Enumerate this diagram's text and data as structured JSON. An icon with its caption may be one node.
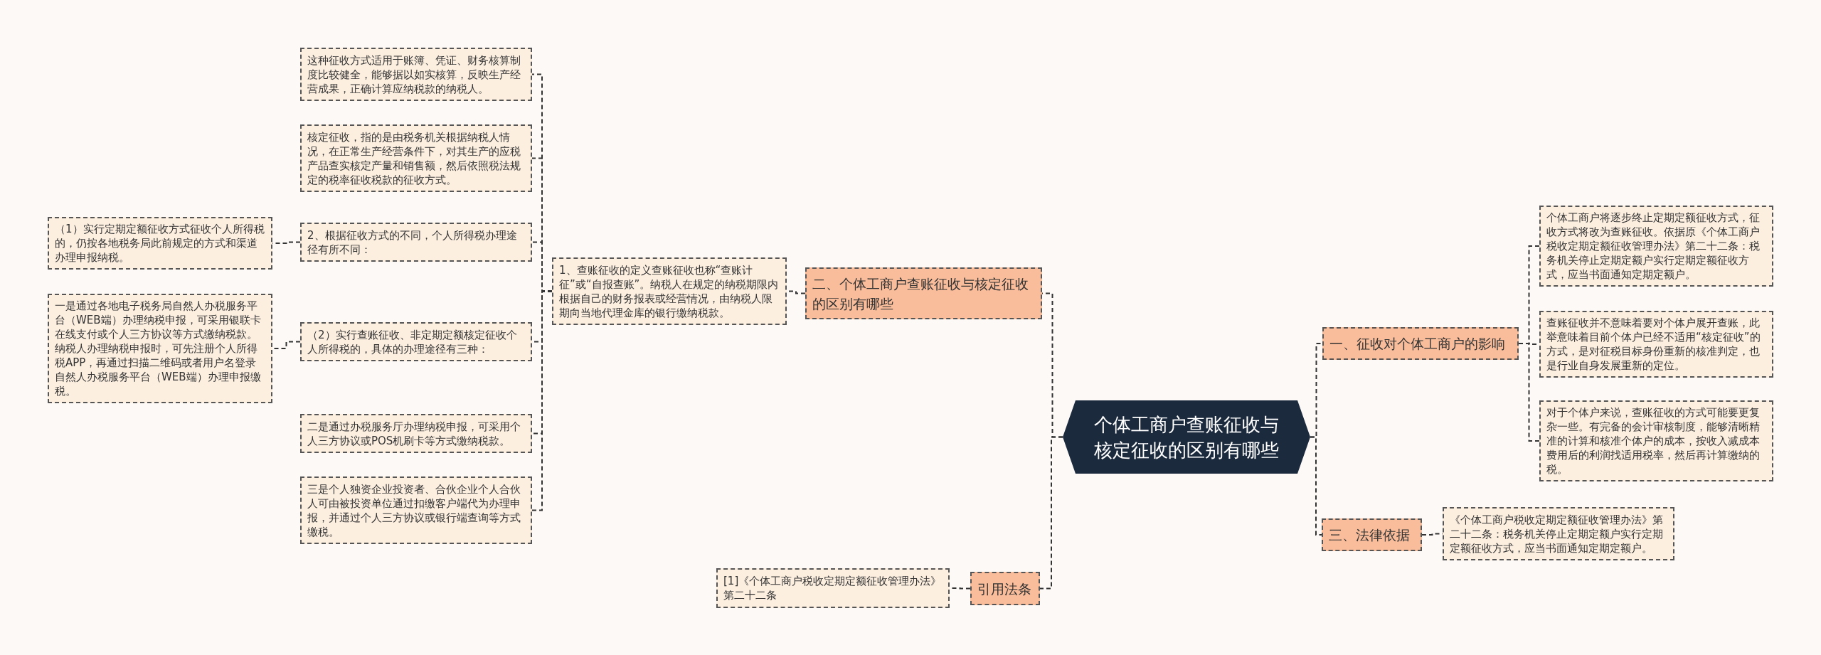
{
  "diagram": {
    "nodes": [
      {
        "text": [
          "个体工商户查账征收与核定征收的区别有哪些"
        ]
      },
      {
        "text": [
          "二、个体工商户查账征收与核定征收的区别有哪些"
        ]
      },
      {
        "text": [
          "1、查账征收的定义查账征收也称“查账计征”或“自报查账”。纳税人在规定的纳税期限内根据自己的财务报表或经营情况，由纳税人限期向当地代理金库的银行缴纳税款。"
        ]
      },
      {
        "text": [
          "这种征收方式适用于账簿、凭证、财务核算制度比较健全，能够据以如实核算，反映生产经营成果，正确计算应纳税款的纳税人。"
        ]
      },
      {
        "text": [
          "核定征收，指的是由税务机关根据纳税人情况，在正常生产经营条件下，对其生产的应税产品查实核定产量和销售额，然后依照税法规定的税率征收税款的征收方式。"
        ]
      },
      {
        "text": [
          "2、根据征收方式的不同，个人所得税办理途径有所不同："
        ]
      },
      {
        "text": [
          "（1）实行定期定额征收方式征收个人所得税的，仍按各地税务局此前规定的方式和渠道办理申报纳税。"
        ]
      },
      {
        "text": [
          "（2）实行查账征收、非定期定额核定征收个人所得税的，具体的办理途径有三种："
        ]
      },
      {
        "text": [
          "一是通过各地电子税务局自然人办税服务平台（WEB端）办理纳税申报，可采用银联卡在线支付或个人三方协议等方式缴纳税款。纳税人办理纳税申报时，可先注册个人所得税APP，再通过扫描二维码或者用户名登录自然人办税服务平台（WEB端）办理申报缴税。"
        ]
      },
      {
        "text": [
          "二是通过办税服务厅办理纳税申报，可采用个人三方协议或POS机刷卡等方式缴纳税款。"
        ]
      },
      {
        "text": [
          "三是个人独资企业投资者、合伙企业个人合伙人可由被投资单位通过扣缴客户端代为办理申报，并通过个人三方协议或银行端查询等方式缴税。"
        ]
      },
      {
        "text": [
          "引用法条"
        ]
      },
      {
        "text": [
          "[1]《个体工商户税收定期定额征收管理办法》第二十二条"
        ]
      },
      {
        "text": [
          "一、征收对个体工商户的影响"
        ]
      },
      {
        "text": [
          "个体工商户将逐步终止定期定额征收方式，征收方式将改为查账征收。依据原《个体工商户税收定期定额征收管理办法》第二十二条：税务机关停止定期定额户实行定期定额征收方式，应当书面通知定期定额户。"
        ]
      },
      {
        "text": [
          "查账征收并不意味着要对个体户展开查账，此举意味着目前个体户已经不适用“核定征收”的方式，是对征税目标身份重新的核准判定，也是行业自身发展重新的定位。"
        ]
      },
      {
        "text": [
          "对于个体户来说，查账征收的方式可能要更复杂一些。有完备的会计审核制度，能够清晰精准的计算和核准个体户的成本，按收入减成本费用后的利润找适用税率，然后再计算缴纳的税。"
        ]
      },
      {
        "text": [
          "三、法律依据"
        ]
      },
      {
        "text": [
          "《个体工商户税收定期定额征收管理办法》第二十二条：税务机关停止定期定额户实行定期定额征收方式，应当书面通知定期定额户。"
        ]
      }
    ],
    "edges": [
      {
        "from": 0,
        "to": 1,
        "arrow": "none"
      },
      {
        "from": 1,
        "to": 2,
        "arrow": "none"
      },
      {
        "from": 2,
        "to": 3,
        "arrow": "none"
      },
      {
        "from": 2,
        "to": 4,
        "arrow": "none"
      },
      {
        "from": 2,
        "to": 5,
        "arrow": "none"
      },
      {
        "from": 5,
        "to": 6,
        "arrow": "none"
      },
      {
        "from": 2,
        "to": 7,
        "arrow": "none"
      },
      {
        "from": 7,
        "to": 8,
        "arrow": "none"
      },
      {
        "from": 2,
        "to": 9,
        "arrow": "none"
      },
      {
        "from": 2,
        "to": 10,
        "arrow": "none"
      },
      {
        "from": 0,
        "to": 11,
        "arrow": "none"
      },
      {
        "from": 11,
        "to": 12,
        "arrow": "none"
      },
      {
        "from": 0,
        "to": 13,
        "arrow": "none"
      },
      {
        "from": 13,
        "to": 14,
        "arrow": "none"
      },
      {
        "from": 13,
        "to": 15,
        "arrow": "none"
      },
      {
        "from": 13,
        "to": 16,
        "arrow": "none"
      },
      {
        "from": 0,
        "to": 17,
        "arrow": "none"
      },
      {
        "from": 17,
        "to": 18,
        "arrow": "none"
      }
    ]
  }
}
